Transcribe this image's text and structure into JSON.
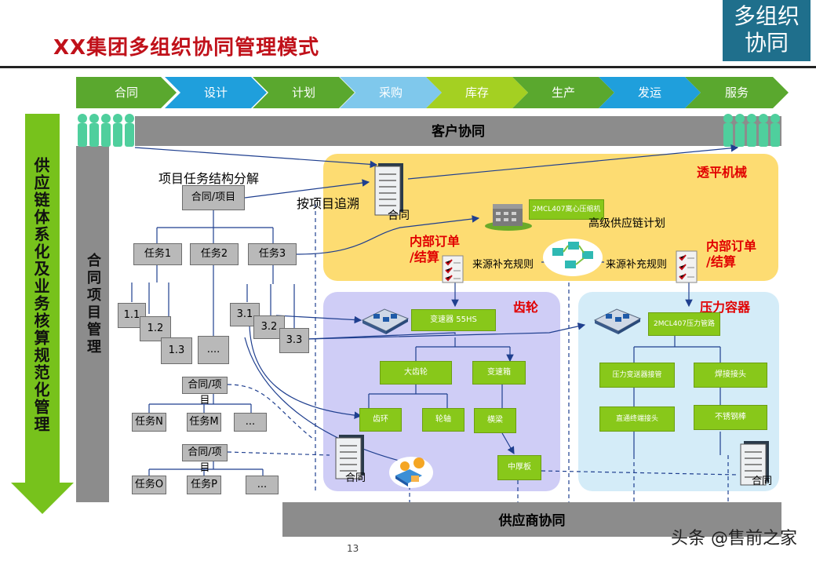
{
  "header": {
    "title": "XX集团多组织协同管理模式",
    "badge_line1": "多组织",
    "badge_line2": "协同"
  },
  "process_steps": [
    "合同",
    "设计",
    "计划",
    "采购",
    "库存",
    "生产",
    "发运",
    "服务"
  ],
  "bars": {
    "customer": "客户协同",
    "supplier": "供应商协同"
  },
  "side": {
    "left_arrow": "供应链体系化及业务核算规范化管理",
    "contract_mgmt": "合同项目管理"
  },
  "left_tree": {
    "wbs_title": "项目任务结构分解",
    "root": "合同/项目",
    "tasks": [
      "任务1",
      "任务2",
      "任务3"
    ],
    "subtasks_1": [
      "1.1",
      "1.2",
      "1.3"
    ],
    "ellipsis": "....",
    "subtasks_3": [
      "3.1",
      "3.2",
      "3.3"
    ],
    "root2": "合同/项目",
    "tasks2": [
      "任务N",
      "任务M",
      "..."
    ],
    "root3": "合同/项目",
    "tasks3": [
      "任务O",
      "任务P",
      "..."
    ]
  },
  "zones": {
    "top": {
      "name": "透平机械",
      "trace": "按项目追溯",
      "contract": "合同",
      "plan_node": "2MCL407离心压缩机",
      "plan_label": "高级供应链计划",
      "internal_order_left": "内部订单\n/结算",
      "internal_order_right": "内部订单\n/结算",
      "rule_left": "来源补充规则",
      "rule_right": "来源补充规则"
    },
    "gear": {
      "name": "齿轮",
      "machine": "变速器 55HS",
      "level2": [
        "大齿轮",
        "变速箱"
      ],
      "level3": [
        "齿环",
        "轮轴",
        "横梁"
      ],
      "level4": "中厚板",
      "contract": "合同"
    },
    "pressure": {
      "name": "压力容器",
      "machine": "2MCL407压力管路",
      "level2": [
        "压力变送器接管",
        "焊接接头"
      ],
      "level3": [
        "直通终端接头",
        "不锈钢棒"
      ],
      "contract": "合同"
    }
  },
  "footer": {
    "page_number": "13",
    "watermark": "头条 @售前之家"
  },
  "colors": {
    "chevron_green": "#5aa82e",
    "chevron_blue": "#1f9fdc",
    "chevron_light_blue": "#7fc8ec",
    "chevron_lime": "#a4d022",
    "zone_yellow": "#fddc72",
    "zone_lavender": "#cfcdf6",
    "zone_lightblue": "#d4ecf8",
    "title_red": "#c0111a"
  }
}
